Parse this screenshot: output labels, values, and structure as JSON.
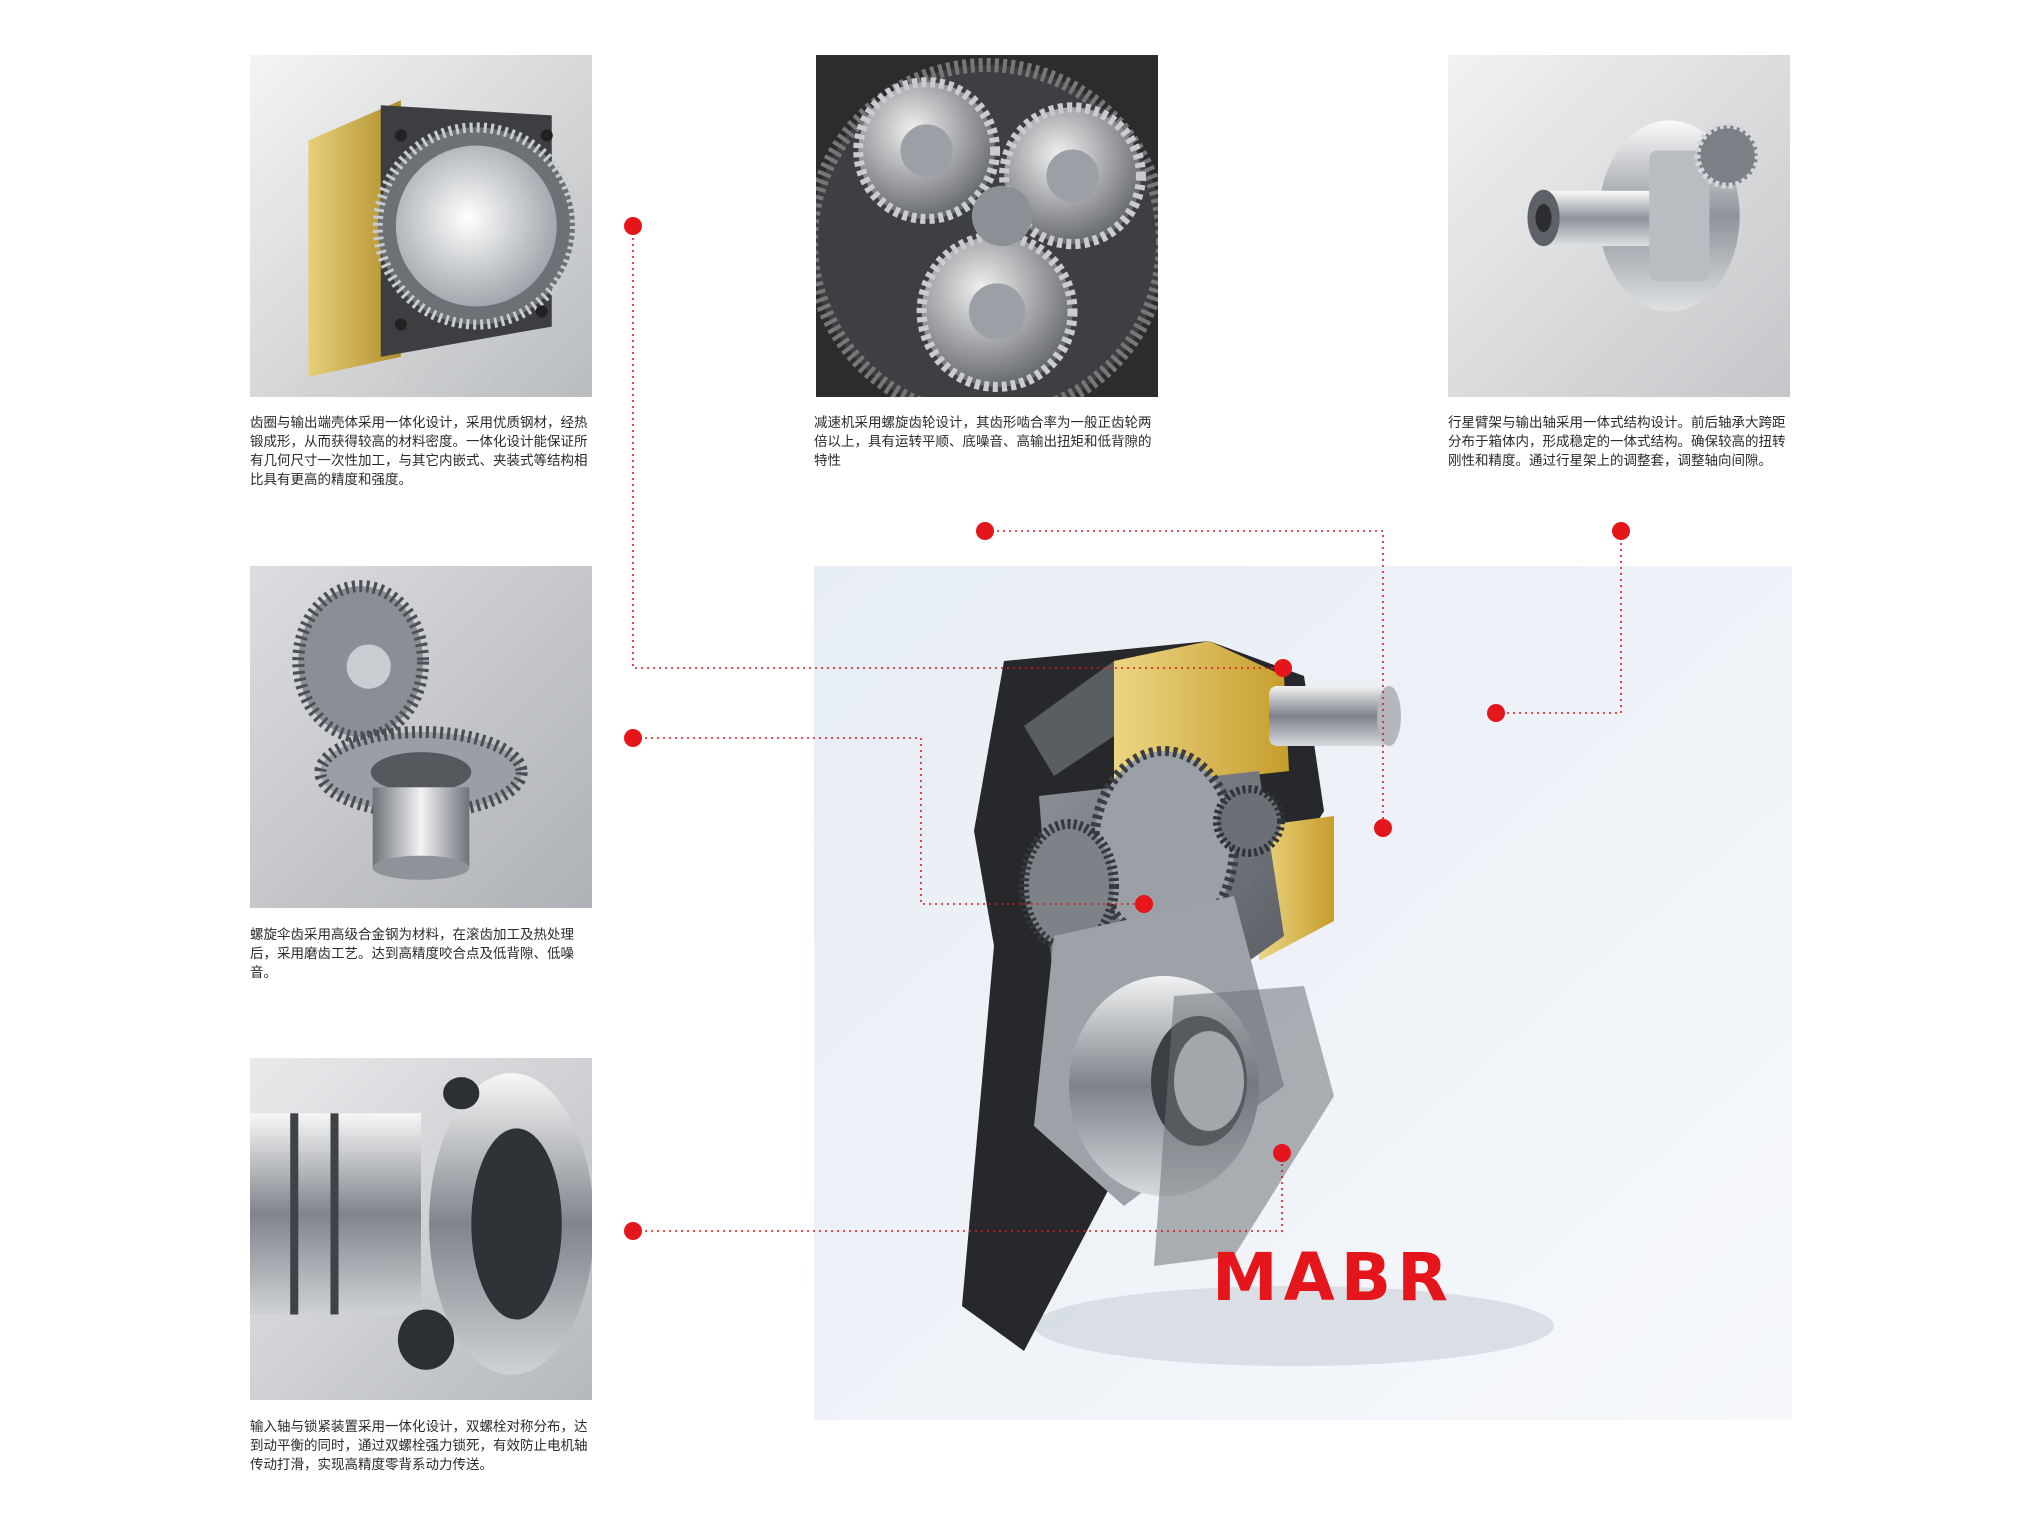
{
  "brand": {
    "logo_text": "MABR"
  },
  "features": [
    {
      "id": "housing",
      "icon": "ring-gear-housing-photo",
      "caption": "齿圈与输出端壳体采用一体化设计，采用优质钢材，经热锻成形，从而获得较高的材料密度。一体化设计能保证所有几何尺寸一次性加工，与其它内嵌式、夹装式等结构相比具有更高的精度和强度。"
    },
    {
      "id": "helical",
      "icon": "planetary-gears-photo",
      "caption": "减速机采用螺旋齿轮设计，其齿形啮合率为一般正齿轮两倍以上，具有运转平顺、底噪音、高输出扭矩和低背隙的特性"
    },
    {
      "id": "carrier",
      "icon": "planet-carrier-shaft-photo",
      "caption": "行星臂架与输出轴采用一体式结构设计。前后轴承大跨距分布于箱体内，形成稳定的一体式结构。确保较高的扭转刚性和精度。通过行星架上的调整套，调整轴向间隙。"
    },
    {
      "id": "bevel",
      "icon": "spiral-bevel-gear-photo",
      "caption": "螺旋伞齿采用高级合金钢为材料，在滚齿加工及热处理后，采用磨齿工艺。达到高精度咬合点及低背隙、低噪音。"
    },
    {
      "id": "clamp",
      "icon": "input-shaft-clamp-photo",
      "caption": "输入轴与锁紧装置采用一体化设计，双螺栓对称分布，达到动平衡的同时，通过双螺栓强力锁死，有效防止电机轴传动打滑，实现高精度零背系动力传送。"
    }
  ],
  "main_photo": {
    "icon": "right-angle-gearbox-cutaway-photo"
  },
  "colors": {
    "callout": "#e5161b",
    "accent_gold": "#c9a633",
    "text": "#2a2a2a"
  }
}
